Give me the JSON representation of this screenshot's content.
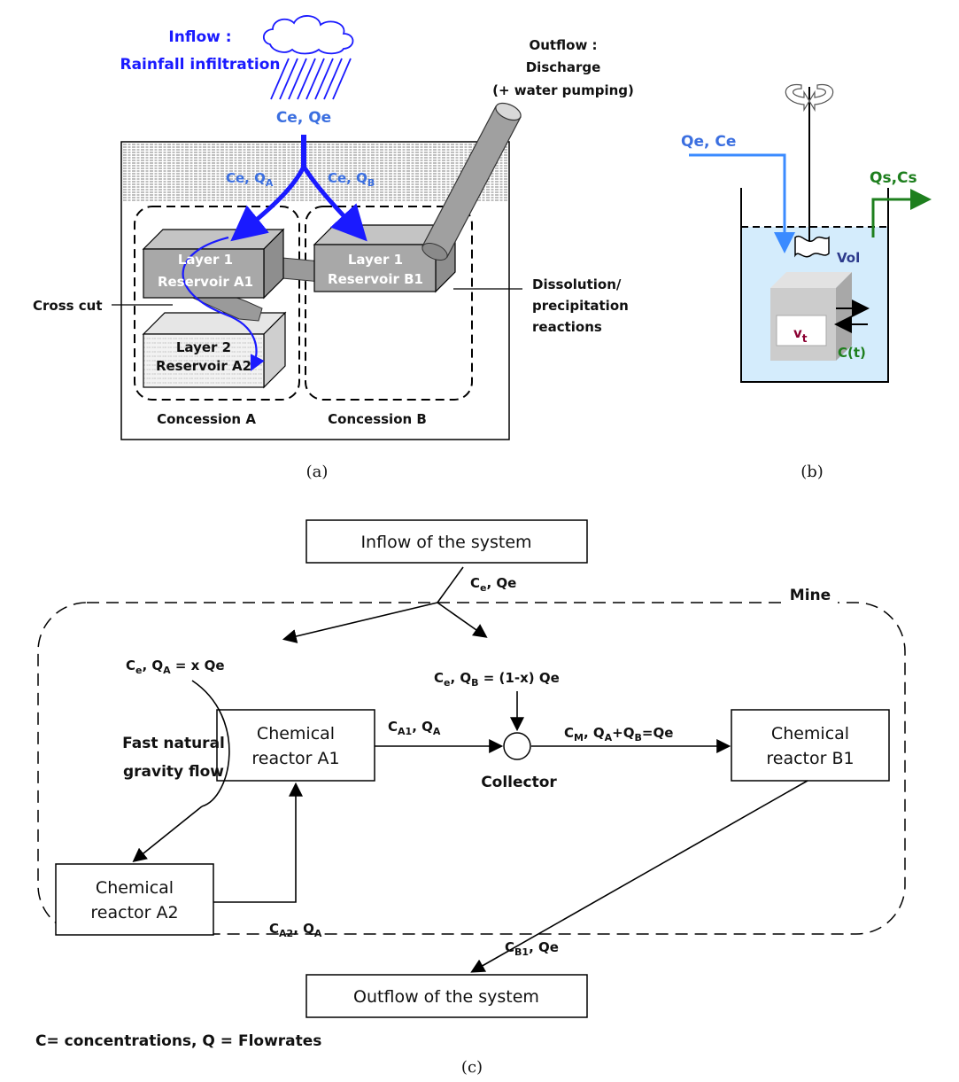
{
  "panel_a": {
    "inflow_title": "Inflow :",
    "inflow_sub": "Rainfall infiltration",
    "ce_qe": "Ce, Qe",
    "ce_qa": "Ce, Q",
    "ce_qa_sub": "A",
    "ce_qb": "Ce, Q",
    "ce_qb_sub": "B",
    "outflow_title": "Outflow :",
    "outflow_l2": "Discharge",
    "outflow_l3": "(+ water pumping)",
    "layer1a_l1": "Layer 1",
    "layer1a_l2": "Reservoir A1",
    "layer1b_l1": "Layer 1",
    "layer1b_l2": "Reservoir B1",
    "layer2a_l1": "Layer 2",
    "layer2a_l2": "Reservoir A2",
    "cross_cut": "Cross cut",
    "dissolution_l1": "Dissolution/",
    "dissolution_l2": "precipitation",
    "dissolution_l3": "reactions",
    "concession_a": "Concession A",
    "concession_b": "Concession B",
    "caption": "(a)"
  },
  "panel_b": {
    "qe_ce": "Qe, Ce",
    "qs_cs": "Qs,Cs",
    "vol": "Vol",
    "vt": "v",
    "vt_sub": "t",
    "ct": "C(t)",
    "caption": "(b)"
  },
  "panel_c": {
    "inflow_box": "Inflow of the system",
    "outflow_box": "Outflow of the system",
    "mine": "Mine",
    "top_label": "C",
    "top_label_sub": "e",
    "top_label_rest": ", Qe",
    "qa_label_c": "C",
    "qa_label_sub": "e",
    "qa_label_mid": ", Q",
    "qa_label_sub2": "A",
    "qa_label_rest": " = x Qe",
    "qb_label_c": "C",
    "qb_label_sub": "e",
    "qb_label_mid": ", Q",
    "qb_label_sub2": "B",
    "qb_label_rest": " = (1-x) Qe",
    "reactor_a1_l1": "Chemical",
    "reactor_a1_l2": "reactor A1",
    "reactor_a2_l1": "Chemical",
    "reactor_a2_l2": "reactor A2",
    "reactor_b1_l1": "Chemical",
    "reactor_b1_l2": "reactor B1",
    "fast_l1": "Fast natural",
    "fast_l2": "gravity flow",
    "ca1_c": "C",
    "ca1_sub": "A1",
    "ca1_mid": ", Q",
    "ca1_sub2": "A",
    "cm_c": "C",
    "cm_sub": "M",
    "cm_mid": ", Q",
    "cm_sub2": "A",
    "cm_plus": "+Q",
    "cm_sub3": "B",
    "cm_rest": "=Qe",
    "collector": "Collector",
    "ca2_c": "C",
    "ca2_sub": "A2",
    "ca2_mid": ", Q",
    "ca2_sub2": "A",
    "cb1_c": "C",
    "cb1_sub": "B1",
    "cb1_rest": ", Qe",
    "legend": "C= concentrations, Q = Flowrates",
    "caption": "(c)"
  }
}
